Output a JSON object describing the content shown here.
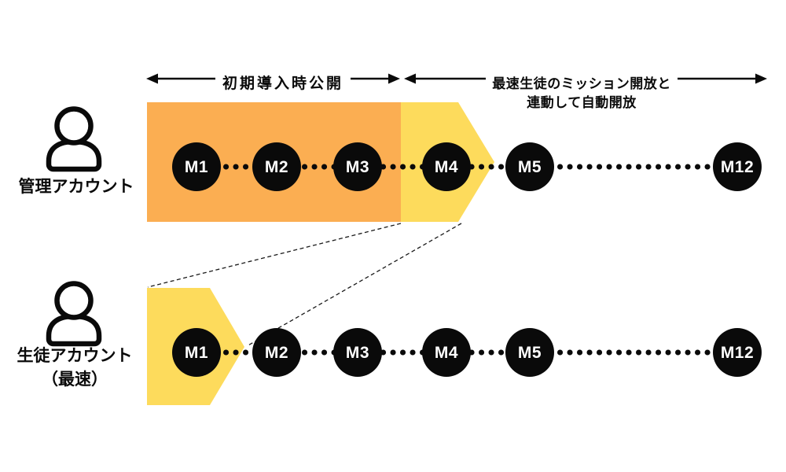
{
  "colors": {
    "band_orange": "#FBAE52",
    "band_yellow": "#FDDB5C",
    "node_black": "#0a0a0a",
    "text_white": "#ffffff"
  },
  "phases": {
    "phase1_label": "初期導入時公開",
    "phase2_label_line1": "最速生徒のミッション開放と",
    "phase2_label_line2": "連動して自動開放"
  },
  "rows": [
    {
      "id": "admin",
      "label": "管理アカウント",
      "milestones": [
        "M1",
        "M2",
        "M3",
        "M4",
        "M5",
        "M12"
      ]
    },
    {
      "id": "student",
      "label": "生徒アカウント",
      "label_line2": "（最速）",
      "milestones": [
        "M1",
        "M2",
        "M3",
        "M4",
        "M5",
        "M12"
      ]
    }
  ]
}
